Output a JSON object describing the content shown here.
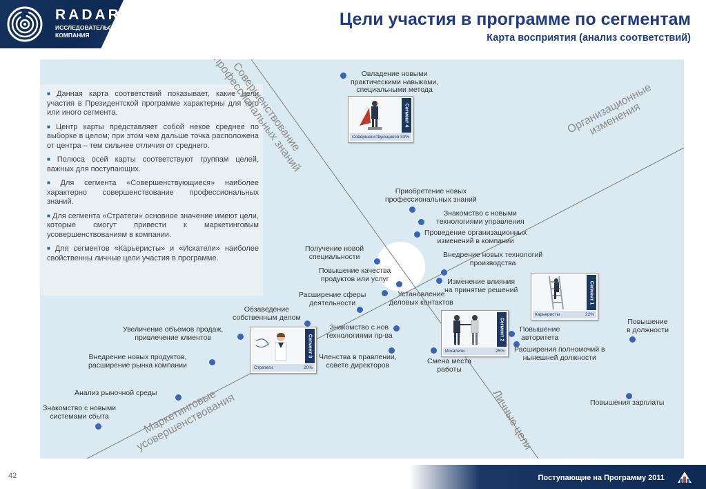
{
  "logo": {
    "name": "RADAR",
    "sub_line1": "ИССЛЕДОВАТЕЛЬСКАЯ",
    "sub_line2": "КОМПАНИЯ"
  },
  "title": "Цели участия в программе по сегментам",
  "subtitle": "Карта восприятия (анализ соответствий)",
  "notes": [
    "Данная карта соответствий показывает, какие цели участия в Президентской программе характерны для того или иного сегмента.",
    "Центр карты представляет собой некое среднее по выборке в целом; при этом чем дальше точка расположена от центра – тем сильнее отличия от среднего.",
    "Полюса осей карты соответствуют  группам целей, важных для поступающих.",
    "Для сегмента «Совершенствующиеся» наиболее характерно совершенствование профессиональных знаний.",
    "Для сегмента «Стратеги» основное значение имеют цели, которые смогут привести к маркетинговым усовершенствованиям в компании.",
    "Для сегментов «Карьеристы» и «Искатели» наиболее свойственны личные цели участия в программе."
  ],
  "axes": {
    "professional": {
      "line1": "Совершенствование",
      "line2": "профессиональных знаний"
    },
    "organizational": {
      "line1": "Организационные",
      "line2": "изменения"
    },
    "marketing": {
      "line1": "Маркетинговые",
      "line2": "усовершенствования"
    },
    "personal": {
      "line1": "Личные цели"
    }
  },
  "goals": [
    {
      "line1": "Овладение новыми",
      "line2": "практическими навыками,",
      "line3": "специальными метода"
    },
    {
      "line1": "Приобретение новых",
      "line2": "профессиональных знаний"
    },
    {
      "line1": "Знакомство с новыми",
      "line2": "технологиями управления"
    },
    {
      "line1": "Проведение организационных",
      "line2": "изменений в компании"
    },
    {
      "line1": "Получение новой",
      "line2": "специальности"
    },
    {
      "line1": "Внедрение новых технологий",
      "line2": "производства"
    },
    {
      "line1": "Повышение качества",
      "line2": "продуктов или услуг"
    },
    {
      "line1": "Изменение влияния",
      "line2": "на принятие решений"
    },
    {
      "line1": "Расширение сферы",
      "line2": "деятельности"
    },
    {
      "line1": "Установление",
      "line2": "деловых контактов"
    },
    {
      "line1": "Обзаведение",
      "line2": "собственным делом"
    },
    {
      "line1": "Увеличение объемов продаж,",
      "line2": "привлечение клиентов"
    },
    {
      "line1": "Знакомство с нов",
      "line2": "технологиями пр-ва"
    },
    {
      "line1": "Повышение",
      "line2": "в должности"
    },
    {
      "line1": "Повышение",
      "line2": "авторитета"
    },
    {
      "line1": "Внедрение новых продуктов,",
      "line2": "расширение рынка компании"
    },
    {
      "line1": "Членства в правлении,",
      "line2": "совете директоров"
    },
    {
      "line1": "Смена места",
      "line2": "работы"
    },
    {
      "line1": "Расширения полномочий в",
      "line2": "нынешней должности"
    },
    {
      "line1": "Анализ рыночной среды"
    },
    {
      "line1": "Знакомство с новыми",
      "line2": "системами сбыта"
    },
    {
      "line1": "Повышения зарплаты"
    }
  ],
  "segments": {
    "improving": {
      "side": "Сегмент 4",
      "name": "Совершенствующиеся",
      "share": "33%"
    },
    "careerists": {
      "side": "Сегмент 1",
      "name": "Карьеристы",
      "share": "22%"
    },
    "seekers": {
      "side": "Сегмент 2",
      "name": "Искатели",
      "share": "25%"
    },
    "strategists": {
      "side": "Сегмент 3",
      "name": "Стратеги",
      "share": "20%"
    }
  },
  "footer": {
    "page": "42",
    "text": "Поступающие на Программу 2011"
  },
  "colors": {
    "title": "#1f3b86",
    "header_navy": "#0e2a52",
    "canvas": "#dbeaf2",
    "dot": "#3c64b4",
    "axis_label": "#8a8a8a"
  }
}
